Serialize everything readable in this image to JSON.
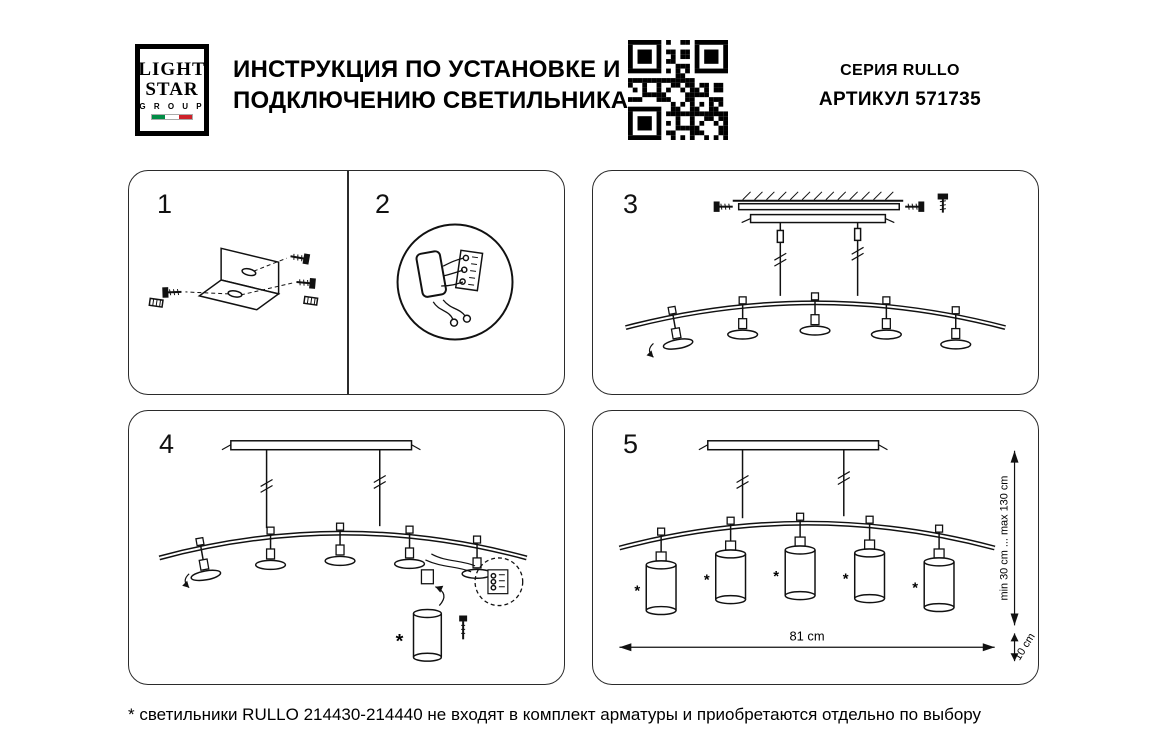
{
  "header": {
    "logo": {
      "line1": "LIGHT",
      "line2": "STAR",
      "line3": "G R O U P"
    },
    "title_line1": "ИНСТРУКЦИЯ ПО УСТАНОВКЕ И",
    "title_line2": "ПОДКЛЮЧЕНИЮ СВЕТИЛЬНИКА",
    "series_label": "СЕРИЯ RULLO",
    "article_label": "АРТИКУЛ 571735"
  },
  "panels": {
    "step1": {
      "number": "1"
    },
    "step2": {
      "number": "2"
    },
    "step3": {
      "number": "3"
    },
    "step4": {
      "number": "4",
      "asterisk": "*"
    },
    "step5": {
      "number": "5",
      "asterisk": "*",
      "dim_width": "81 cm",
      "dim_height": "min 30 cm ... max 130 cm",
      "dim_shade": "10 cm"
    }
  },
  "footnote": "* светильники RULLO 214430-214440 не входят в комплект арматуры и приобретаются отдельно по выбору",
  "colors": {
    "ink": "#111111",
    "flag_green": "#008C45",
    "flag_red": "#CD212A"
  },
  "icons": [
    "qr-code",
    "screw-icon",
    "dowel-icon",
    "wire-terminal-icon",
    "lamp-shade",
    "arc-rail"
  ]
}
